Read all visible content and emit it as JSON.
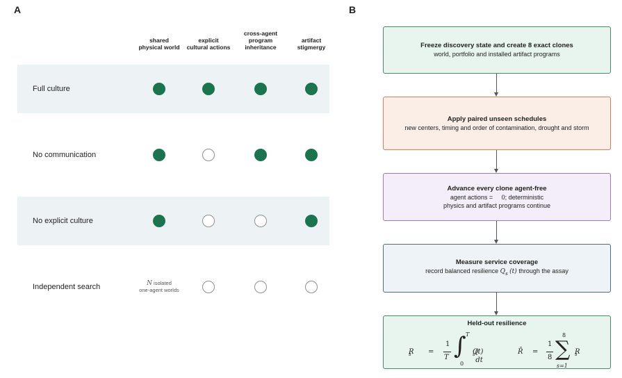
{
  "panel_a": {
    "letter": "A",
    "columns": [
      {
        "line1": "shared",
        "line2": "physical world",
        "line3": ""
      },
      {
        "line1": "explicit",
        "line2": "cultural actions",
        "line3": ""
      },
      {
        "line1": "cross-agent",
        "line2": "program",
        "line3": "inheritance"
      },
      {
        "line1": "artifact",
        "line2": "stigmergy",
        "line3": ""
      }
    ],
    "rows": [
      {
        "label": "Full culture",
        "cells": [
          true,
          true,
          true,
          true
        ]
      },
      {
        "label": "No communication",
        "cells": [
          true,
          false,
          true,
          true
        ]
      },
      {
        "label": "No explicit culture",
        "cells": [
          true,
          false,
          false,
          true
        ]
      },
      {
        "label": "Independent search",
        "cells": [
          null,
          false,
          false,
          false
        ]
      }
    ],
    "note": {
      "var": "N",
      "line1_rest": "isolated",
      "line2": "one-agent worlds"
    },
    "colors": {
      "on": "#19744f",
      "band": "#edf3f5",
      "off_border": "#8f8f8f"
    }
  },
  "panel_b": {
    "letter": "B",
    "steps": [
      {
        "title": "Freeze discovery state and create 8 exact clones",
        "line1": "world, portfolio and installed artifact programs",
        "color": "#3f8f6b"
      },
      {
        "title": "Apply paired unseen schedules",
        "line1": "new centers, timing and order of contamination, drought and storm",
        "color": "#e07b55"
      },
      {
        "title": "Advance every clone agent-free",
        "line1_pre": "agent actions =",
        "line1_post": "0; deterministic",
        "line2": "physics and artifact programs continue",
        "color": "#9b7ac6"
      },
      {
        "title": "Measure service coverage",
        "line1_pre": "record balanced resilience",
        "line1_math": "Q",
        "line1_sub": "s",
        "line1_arg": "(t)",
        "line1_post": "through the assay",
        "color": "#4f6d80"
      },
      {
        "title": "Held-out resilience",
        "color": "#3f8f6b"
      }
    ],
    "formula": {
      "lhs": "R",
      "lhs_sub": "s",
      "eq": "=",
      "frac1_num": "1",
      "frac1_den": "T",
      "int_upper": "T",
      "int_lower": "0",
      "integrand": "Q",
      "integrand_sub": "s",
      "integrand_arg": "(t) dt",
      "rbar": "R̄",
      "eq2": "=",
      "frac2_num": "1",
      "frac2_den": "8",
      "sum_upper": "8",
      "sum_lower": "s=1",
      "summand": "R",
      "summand_sub": "s"
    }
  }
}
